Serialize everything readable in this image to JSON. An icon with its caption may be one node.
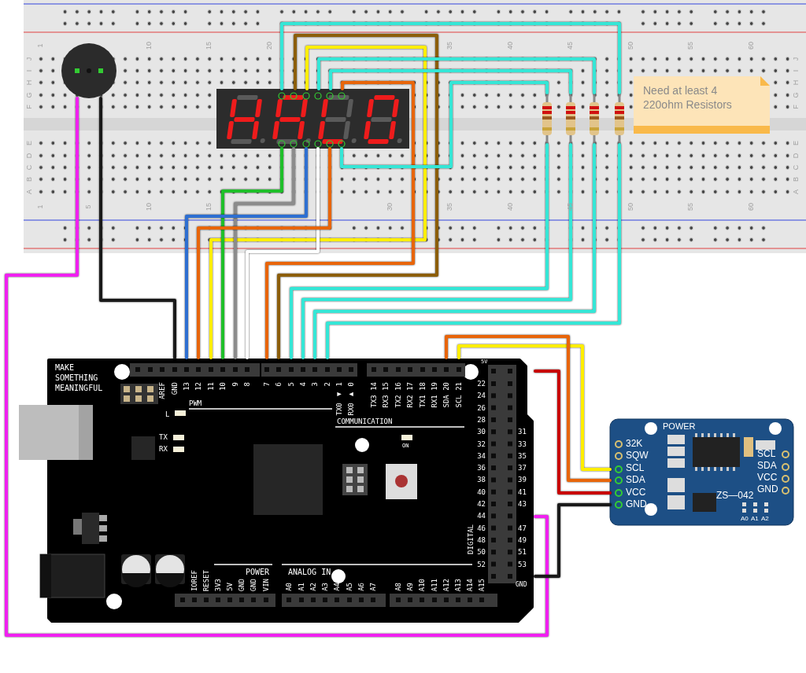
{
  "diagram": {
    "nodes": [
      {
        "text": [
          "1",
          "10",
          "15",
          "20",
          "35",
          "40",
          "45",
          "50",
          "55",
          "60",
          "J",
          "J",
          "I",
          "I",
          "H",
          "H",
          "G",
          "G",
          "F",
          "F",
          "E",
          "E",
          "D",
          "D",
          "C",
          "C",
          "B",
          "B",
          "A",
          "A",
          "1",
          "5",
          "10",
          "15",
          "30",
          "35",
          "40",
          "45",
          "50",
          "55",
          "60"
        ]
      },
      {
        "text": [],
        "shape": "circle",
        "in": 0
      },
      {
        "text": [],
        "shape": "box",
        "in": 0
      },
      {
        "text": [],
        "shape": "bar",
        "in": 0
      },
      {
        "text": [],
        "shape": "bar",
        "in": 0
      },
      {
        "text": [],
        "shape": "bar",
        "in": 0
      },
      {
        "text": [],
        "shape": "bar",
        "in": 0
      },
      {
        "text": [
          "Need at least 4 220ohm Resistors"
        ],
        "in": 0
      },
      {
        "text": [
          "MAKE SOMETHING MEANINGFUL",
          "AREF",
          "GND",
          "13",
          "12",
          "11",
          "10",
          "9",
          "8",
          "7",
          "6",
          "5",
          "4",
          "3",
          "2",
          "TX0 ◀ 1",
          "RX0 ▶ 0",
          "TX3 14",
          "RX3 15",
          "TX2 16",
          "RX2 17",
          "TX1 18",
          "RX1 19",
          "SDA 20",
          "SCL 21",
          "5V",
          "PWM",
          "L",
          "COMMUNICATION",
          "TX",
          "RX",
          "ON",
          "22",
          "24",
          "26",
          "28",
          "30",
          "31",
          "32",
          "33",
          "34",
          "35",
          "36",
          "37",
          "38",
          "39",
          "40",
          "41",
          "42",
          "43",
          "44",
          "46",
          "47",
          "48",
          "49",
          "50",
          "51",
          "52",
          "53",
          "DIGITAL",
          "GND",
          "POWER",
          "ANALOG IN",
          "IOREF",
          "RESET",
          "3V3",
          "5V",
          "GND",
          "GND",
          "VIN",
          "A0",
          "A1",
          "A2",
          "A3",
          "A4",
          "A5",
          "A6",
          "A7",
          "A8",
          "A9",
          "A10",
          "A11",
          "A12",
          "A13",
          "A14",
          "A15"
        ]
      },
      {
        "text": [
          "POWER",
          "32K",
          "SQW",
          "SCL",
          "SDA",
          "VCC",
          "GND",
          "SCL",
          "SDA",
          "VCC",
          "GND",
          "ZS—042",
          "A0",
          "A1",
          "A2"
        ]
      }
    ],
    "edges": [
      {
        "from": 1,
        "to": 8,
        "arrow": "none",
        "color": "#f020f0"
      },
      {
        "from": 1,
        "to": 8,
        "arrow": "none",
        "color": "#1a1a1a"
      },
      {
        "from": 2,
        "to": 6,
        "arrow": "none"
      },
      {
        "from": 2,
        "to": 8,
        "arrow": "none",
        "color": "#8c5e0a"
      },
      {
        "from": 2,
        "to": 8,
        "arrow": "none",
        "color": "#ffee00"
      },
      {
        "from": 2,
        "to": 5,
        "arrow": "none"
      },
      {
        "from": 2,
        "to": 4,
        "arrow": "none"
      },
      {
        "from": 2,
        "to": 8,
        "arrow": "none",
        "color": "#e8650a"
      },
      {
        "from": 2,
        "to": 8,
        "arrow": "none",
        "color": "#1fbf2a"
      },
      {
        "from": 2,
        "to": 8,
        "arrow": "none",
        "color": "#8c8c8c"
      },
      {
        "from": 2,
        "to": 8,
        "arrow": "none",
        "color": "#2e6fd1"
      },
      {
        "from": 2,
        "to": 8,
        "arrow": "none",
        "color": "#ffffff"
      },
      {
        "from": 2,
        "to": 8,
        "arrow": "none",
        "color": "#e8650a"
      },
      {
        "from": 2,
        "to": 3,
        "arrow": "none"
      },
      {
        "from": 3,
        "to": 8,
        "arrow": "none"
      },
      {
        "from": 4,
        "to": 8,
        "arrow": "none"
      },
      {
        "from": 5,
        "to": 8,
        "arrow": "none"
      },
      {
        "from": 6,
        "to": 8,
        "arrow": "none"
      },
      {
        "from": 8,
        "to": 9,
        "arrow": "none",
        "color": "#ffee00"
      },
      {
        "from": 8,
        "to": 9,
        "arrow": "none",
        "color": "#e8650a"
      },
      {
        "from": 8,
        "to": 9,
        "arrow": "none",
        "color": "#c80000"
      },
      {
        "from": 8,
        "to": 9,
        "arrow": "none",
        "color": "#1a1a1a"
      }
    ]
  }
}
